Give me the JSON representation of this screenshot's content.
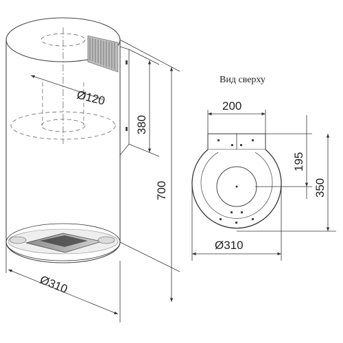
{
  "side_view": {
    "diameter_label": "Ø310",
    "height_label": "700",
    "outlet_height_label": "380",
    "outlet_diameter_label": "Ø120"
  },
  "top_view": {
    "title": "Вид сверху",
    "width_label": "200",
    "depth_label": "195",
    "total_depth_label": "350",
    "diameter_label": "Ø310"
  }
}
